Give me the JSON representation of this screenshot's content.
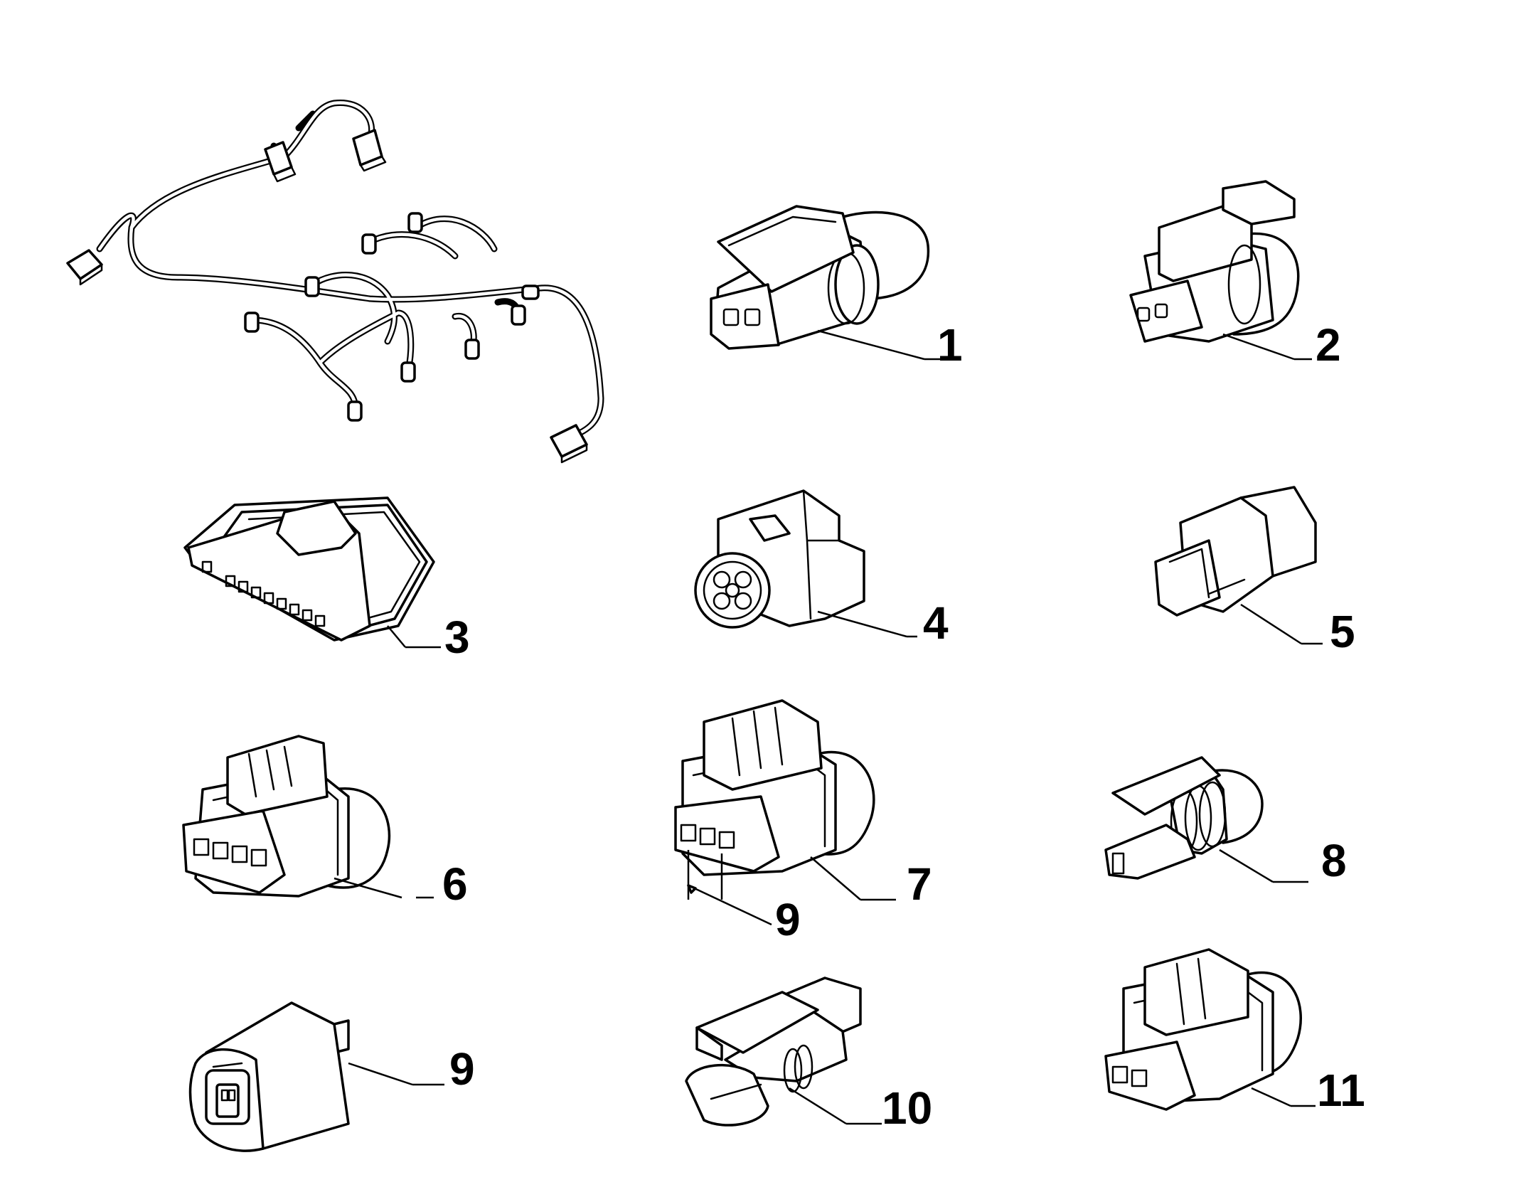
{
  "callouts": {
    "c1": "1",
    "c2": "2",
    "c3": "3",
    "c4": "4",
    "c5": "5",
    "c6": "6",
    "c7": "7",
    "c8": "8",
    "c9_dim": "9",
    "c9": "9",
    "c10": "10",
    "c11": "11"
  },
  "colors": {
    "line": "#000000",
    "background": "#ffffff"
  }
}
